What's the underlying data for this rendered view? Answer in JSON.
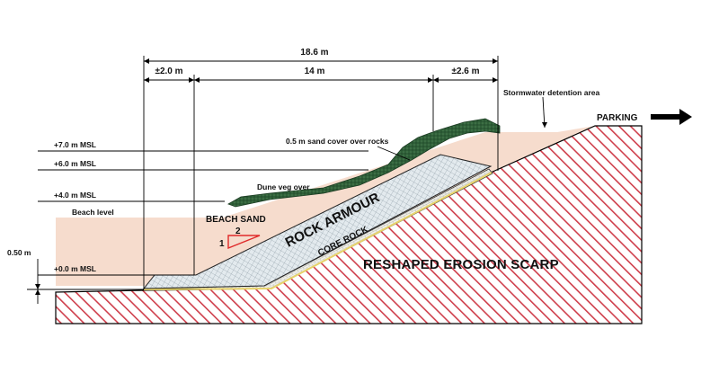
{
  "dimensions": {
    "overall": "18.6 m",
    "left": "±2.0 m",
    "middle": "14 m",
    "right": "±2.6 m"
  },
  "levels": {
    "l7": "+7.0 m MSL",
    "l6": "+6.0 m MSL",
    "l4": "+4.0 m MSL",
    "beach": "Beach level",
    "l0": "+0.0 m MSL",
    "offset": "0.50 m"
  },
  "callouts": {
    "sand_cover": "0.5 m sand cover over rocks",
    "dune_veg": "Dune veg over",
    "stormwater": "Stormwater detention area",
    "parking": "PARKING"
  },
  "zones": {
    "beach_sand": "BEACH SAND",
    "rock_armour": "ROCK ARMOUR",
    "core_rock": "CORE ROCK",
    "scarp": "RESHAPED EROSION SCARP"
  },
  "slope": {
    "run": "2",
    "rise": "1"
  },
  "colors": {
    "sand": "#f6dccd",
    "hatch": "#cf3f4c",
    "armour": "#dde6ea",
    "core": "#f2f2ec",
    "vegetation": "#2f5f38",
    "filter": "#e7d36a",
    "slope_marker": "#e02a2a"
  }
}
